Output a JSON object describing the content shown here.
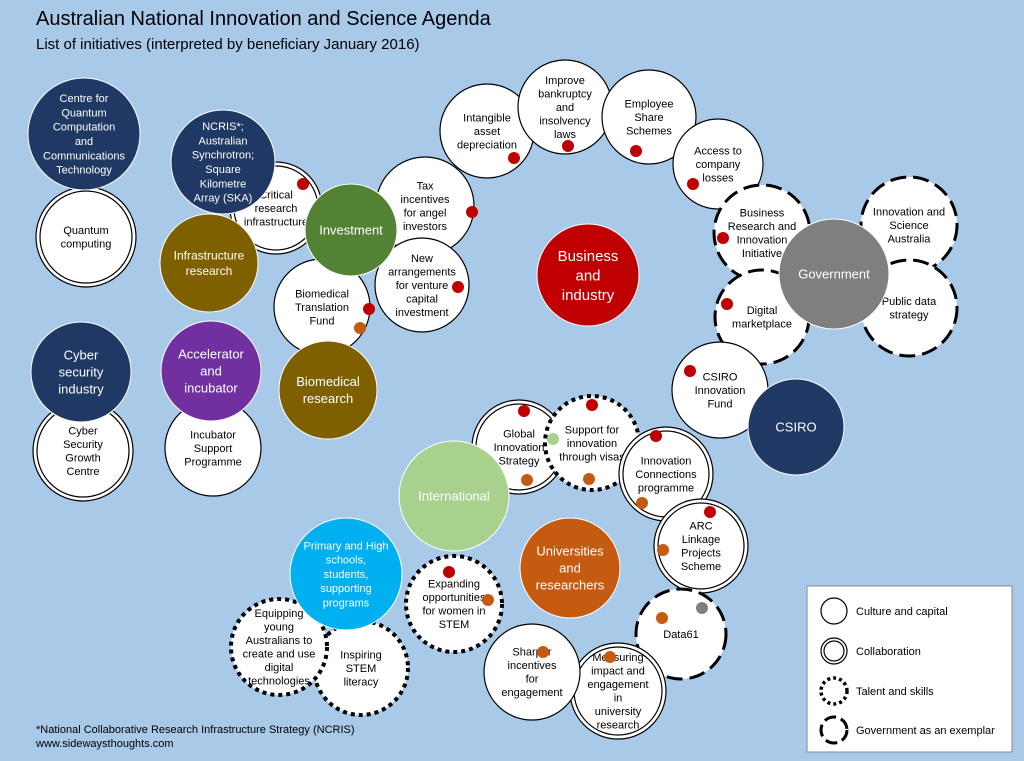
{
  "title": "Australian National Innovation and Science Agenda",
  "subtitle": "List of initiatives (interpreted by beneficiary January 2016)",
  "footnote": "*National Collaborative Research Infrastructure Strategy (NCRIS)",
  "website": "www.sidewaysthoughts.com",
  "colors": {
    "background": "#a9c9e9",
    "navy": "#1f3864",
    "green": "#548235",
    "olive": "#7f6000",
    "purple": "#7030a0",
    "red": "#c00000",
    "grey": "#7f7f7f",
    "orange": "#c55a11",
    "cyan": "#00b0f0",
    "light_green": "#a9d18e"
  },
  "beneficiaries": {
    "quantum": "Centre for Quantum Computation and Communications Technology",
    "ncris": "NCRIS*; Australian Synchrotron; Square Kilometre Array (SKA)",
    "investment": "Investment",
    "infrastructure": "Infrastructure research",
    "cyber": "Cyber security industry",
    "accelerator": "Accelerator and incubator",
    "biomedical": "Biomedical research",
    "business": "Business and industry",
    "government": "Government",
    "csiro": "CSIRO",
    "international": "International",
    "universities": "Universities and researchers",
    "schools": "Primary and High schools, students, supporting programs"
  },
  "initiatives": {
    "quantum_computing": "Quantum computing",
    "critical_infra": "Critical research infrastructure",
    "biomed_fund": "Biomedical Translation Fund",
    "cyber_centre": "Cyber Security Growth Centre",
    "incubator": "Incubator Support Programme",
    "tax_angel": "Tax incentives for angel investors",
    "venture": "New arrangements for venture capital investment",
    "intangible": "Intangible asset depreciation",
    "bankruptcy": "Improve bankruptcy and insolvency laws",
    "employee_share": "Employee Share Schemes",
    "company_losses": "Access to company losses",
    "birg": "Business Research and Innovation Initiative",
    "isa": "Innovation and Science Australia",
    "public_data": "Public data strategy",
    "digital_market": "Digital marketplace",
    "csiro_fund": "CSIRO Innovation Fund",
    "global": "Global Innovation Strategy",
    "visas": "Support for innovation through visas",
    "connections": "Innovation Connections programme",
    "linkage": "ARC Linkage Projects Scheme",
    "data61": "Data61",
    "measuring": "Measuring impact and engagement in university research",
    "sharper": "Sharper incentives for engagement",
    "women_stem": "Expanding opportunities for women in STEM",
    "inspiring": "Inspiring STEM literacy",
    "equipping": "Equipping young Australians to create and use digital technologies"
  },
  "legend": {
    "culture": "Culture and capital",
    "collaboration": "Collaboration",
    "talent": "Talent and skills",
    "government": "Government as an exemplar"
  }
}
